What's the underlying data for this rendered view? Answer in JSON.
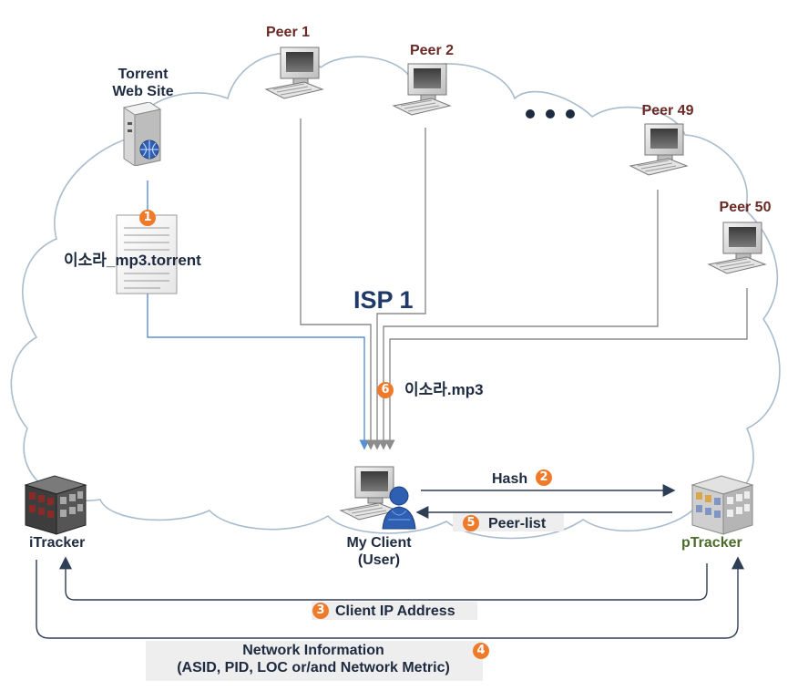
{
  "diagram": {
    "isp_label": "ISP 1",
    "nodes": {
      "torrent_site": "Torrent\nWeb Site",
      "peers": [
        "Peer 1",
        "Peer 2",
        "Peer 49",
        "Peer 50"
      ],
      "my_client": "My Client\n(User)",
      "itracker": "iTracker",
      "ptracker": "pTracker"
    },
    "torrent_file": "이소라_mp3.torrent",
    "download_file": "이소라.mp3",
    "edges": [
      {
        "step": "1",
        "label": ""
      },
      {
        "step": "2",
        "label": "Hash"
      },
      {
        "step": "3",
        "label": "Client IP Address"
      },
      {
        "step": "4",
        "label": "Network Information\n(ASID, PID, LOC or/and Network Metric)"
      },
      {
        "step": "5",
        "label": "Peer-list"
      },
      {
        "step": "6",
        "label": "이소라.mp3"
      }
    ]
  },
  "colors": {
    "label_text": "#1d2a3f",
    "peer_text": "#6b2a25",
    "ptracker_text": "#4a6b2a",
    "isp_text": "#1f3a68",
    "badge": "#ef7a2a",
    "cloud": "#a9bccd",
    "torrent_line": "#5b8fd4",
    "peer_line": "#8c8c8c",
    "arrow": "#2d3e55"
  }
}
